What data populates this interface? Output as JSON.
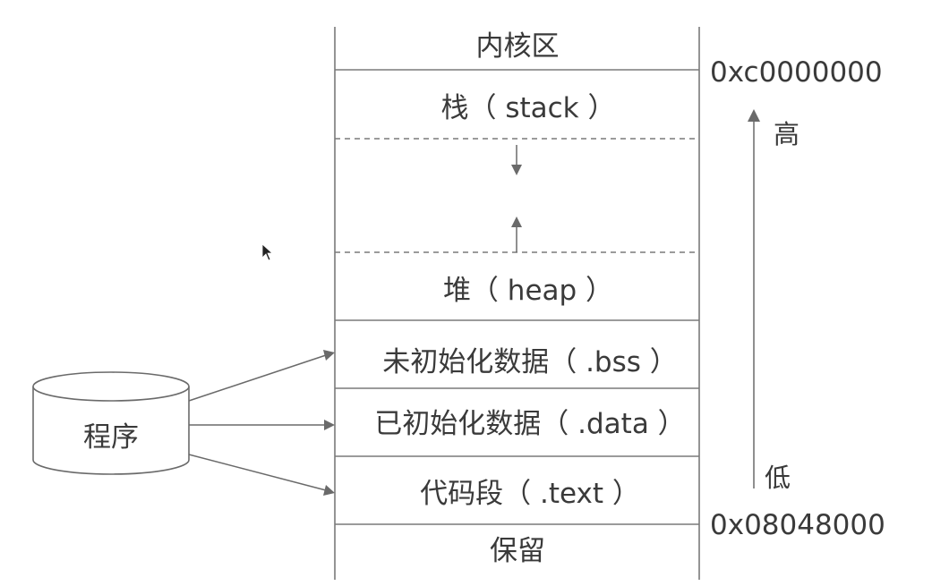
{
  "memory_layout": {
    "segments": [
      {
        "id": "kernel",
        "label": "内核区"
      },
      {
        "id": "stack",
        "label": "栈（ stack ）"
      },
      {
        "id": "heap",
        "label": "堆（ heap ）"
      },
      {
        "id": "bss",
        "label": "未初始化数据（ .bss ）"
      },
      {
        "id": "data",
        "label": "已初始化数据（ .data ）"
      },
      {
        "id": "text",
        "label": "代码段（ .text ）"
      },
      {
        "id": "reserved",
        "label": "保留"
      }
    ],
    "addresses": {
      "top": "0xc0000000",
      "bottom": "0x08048000"
    },
    "direction": {
      "high": "高",
      "low": "低"
    }
  },
  "program": {
    "label": "程序"
  },
  "colors": {
    "line": "#7a7a7a",
    "text": "#3a3a3a"
  }
}
